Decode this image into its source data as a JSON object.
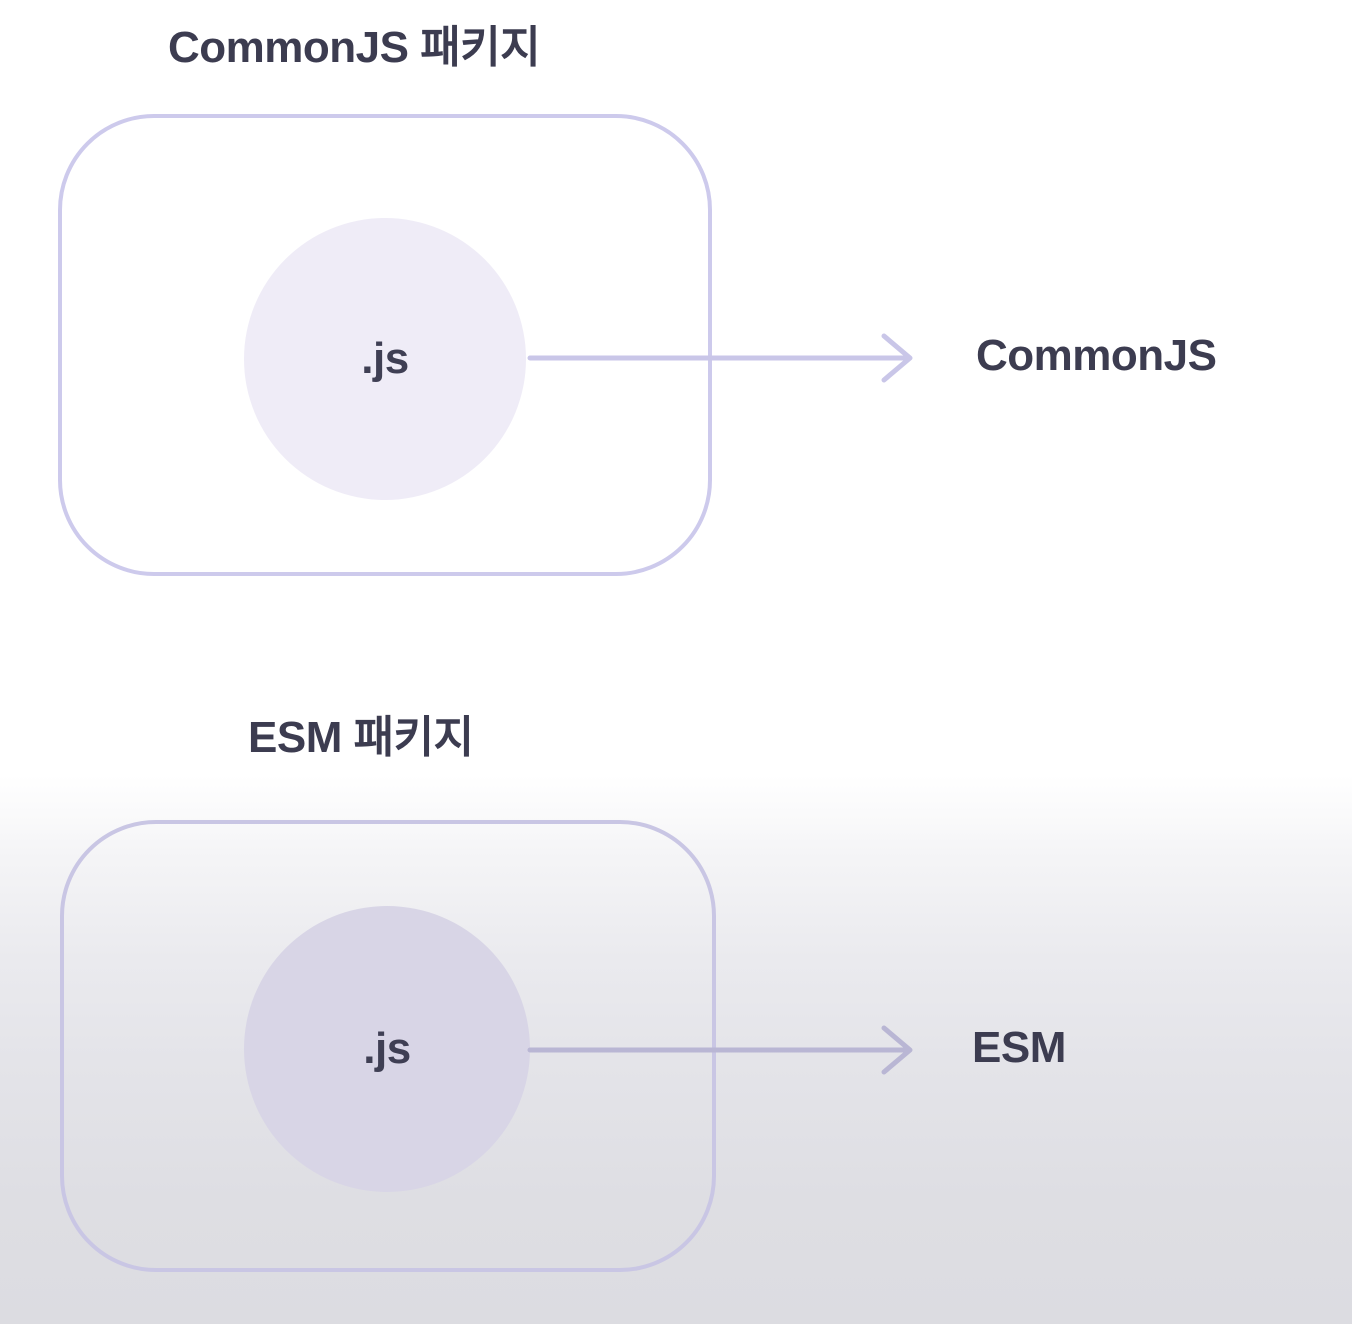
{
  "diagram": {
    "title_accent_color": "#cdcaec",
    "text_color": "#3c3c50",
    "sections": [
      {
        "id": "commonjs",
        "title": "CommonJS 패키지",
        "box": {
          "file_circle_label": ".js",
          "circle_fill": "#efecf7",
          "border_color": "#cdcaec"
        },
        "arrow": {
          "icon": "arrow-right-icon",
          "color": "#c9c6e8"
        },
        "module_label": "CommonJS"
      },
      {
        "id": "esm",
        "title": "ESM 패키지",
        "box": {
          "file_circle_label": ".js",
          "circle_fill": "#d8d5e6",
          "border_color": "#c9c6e4"
        },
        "arrow": {
          "icon": "arrow-right-icon",
          "color": "#b9b6d4"
        },
        "module_label": "ESM"
      }
    ]
  }
}
